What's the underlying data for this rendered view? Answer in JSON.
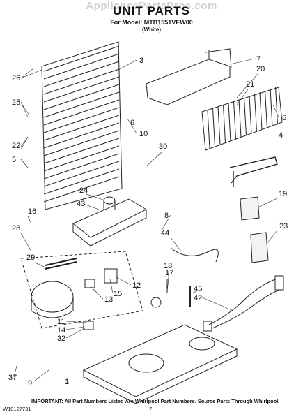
{
  "header": {
    "watermark": "AppliancePartsPros.com",
    "title": "UNIT PARTS",
    "model_line": "For Model: MTB1551VEW00",
    "color_line": "(White)"
  },
  "callouts": [
    "1",
    "3",
    "4",
    "5",
    "6",
    "6",
    "7",
    "8",
    "9",
    "10",
    "11",
    "12",
    "13",
    "14",
    "15",
    "16",
    "17",
    "18",
    "19",
    "20",
    "21",
    "22",
    "23",
    "24",
    "25",
    "26",
    "28",
    "29",
    "30",
    "32",
    "37",
    "42",
    "43",
    "44",
    "45"
  ],
  "footer": {
    "notice": "IMPORTANT: All Part Numbers Listed Are Whirlpool Part Numbers. Source Parts Through Whirlpool.",
    "doc_number": "W10127731",
    "page_number": "7"
  }
}
